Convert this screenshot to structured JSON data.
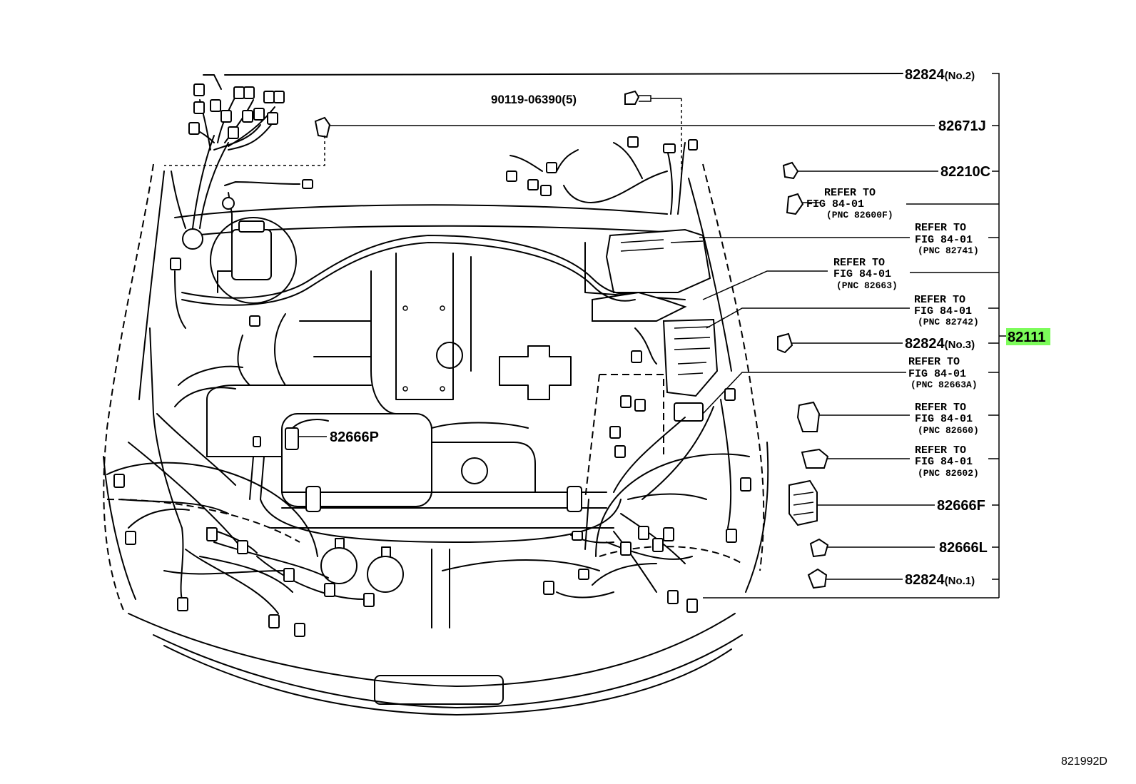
{
  "diagram": {
    "figure_code": "821992D",
    "highlight_color": "#7CFC5A",
    "main_part": "82111",
    "callouts": [
      {
        "id": "c1",
        "number": "82824",
        "suffix": "(No.2)"
      },
      {
        "id": "c2",
        "number": "90119-06390",
        "suffix": "(5)"
      },
      {
        "id": "c3",
        "number": "82671J",
        "suffix": ""
      },
      {
        "id": "c4",
        "number": "82210C",
        "suffix": ""
      },
      {
        "id": "c5",
        "number": "82824",
        "suffix": "(No.3)"
      },
      {
        "id": "c6",
        "number": "82666P",
        "suffix": ""
      },
      {
        "id": "c7",
        "number": "82666F",
        "suffix": ""
      },
      {
        "id": "c8",
        "number": "82666L",
        "suffix": ""
      },
      {
        "id": "c9",
        "number": "82824",
        "suffix": "(No.1)"
      }
    ],
    "references": [
      {
        "id": "r1",
        "line1": "REFER TO",
        "line2": "FIG 84-01",
        "line3": "(PNC 82600F)"
      },
      {
        "id": "r2",
        "line1": "REFER TO",
        "line2": "FIG 84-01",
        "line3": "(PNC 82741)"
      },
      {
        "id": "r3",
        "line1": "REFER TO",
        "line2": "FIG 84-01",
        "line3": "(PNC 82663)"
      },
      {
        "id": "r4",
        "line1": "REFER TO",
        "line2": "FIG 84-01",
        "line3": "(PNC 82742)"
      },
      {
        "id": "r5",
        "line1": "REFER TO",
        "line2": "FIG 84-01",
        "line3": "(PNC 82663A)"
      },
      {
        "id": "r6",
        "line1": "REFER TO",
        "line2": "FIG 84-01",
        "line3": "(PNC 82660)"
      },
      {
        "id": "r7",
        "line1": "REFER TO",
        "line2": "FIG 84-01",
        "line3": "(PNC 82602)"
      }
    ]
  }
}
